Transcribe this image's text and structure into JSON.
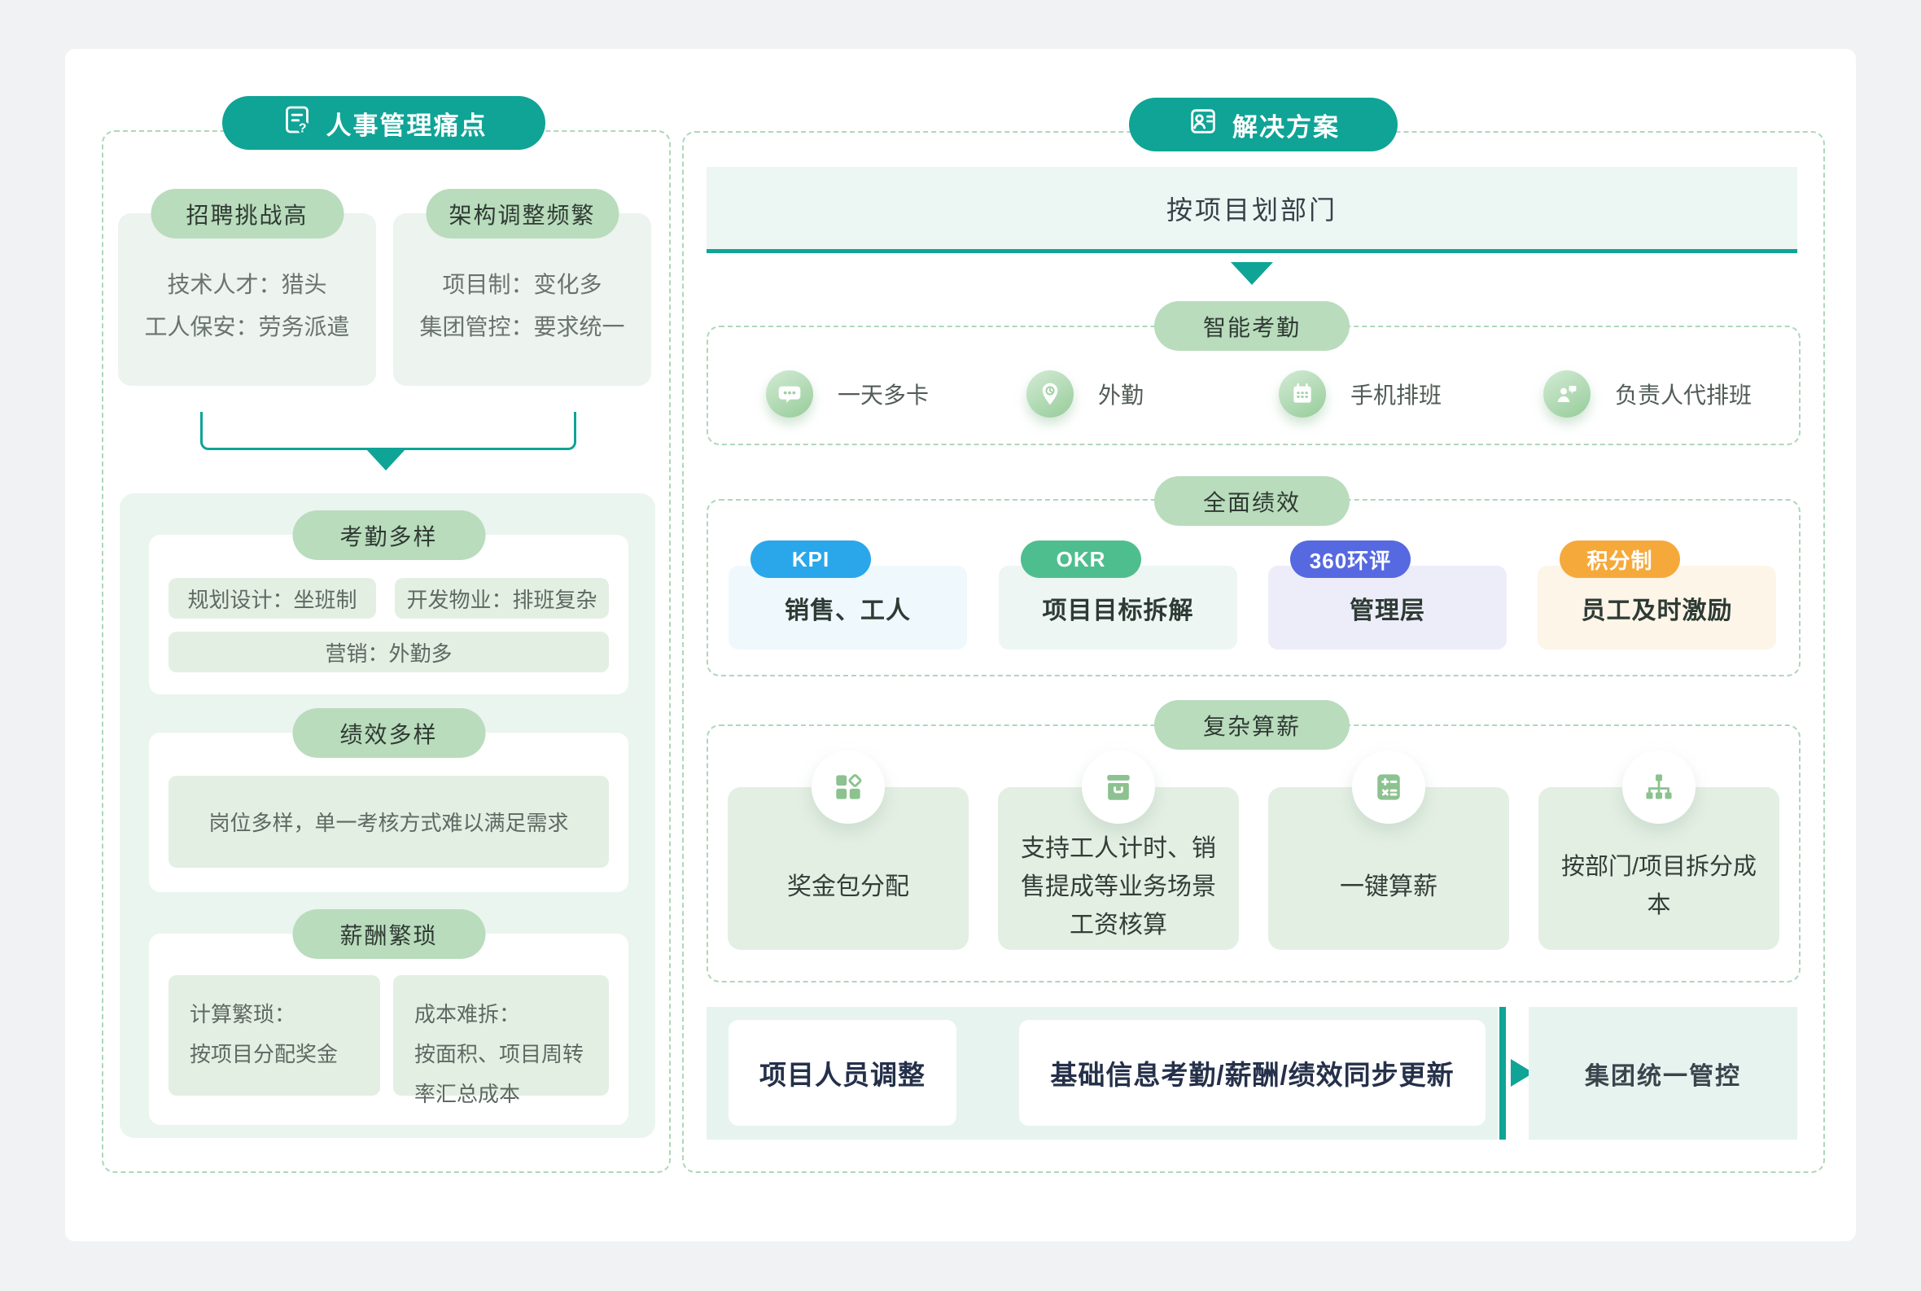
{
  "colors": {
    "teal_accent": "#0FA496",
    "dash_border_green": "#AED7BA",
    "pill_green": "#B9DCBC",
    "kpi_blue": "#29A7EA",
    "okr_green": "#4FBE8F",
    "review360_purple": "#5669E1",
    "points_orange": "#F6A93B",
    "gray_text": "#6A736E",
    "dark_text": "#2E3B35",
    "bottom_dark_text": "#25304A"
  },
  "left": {
    "title": "人事管理痛点",
    "title_icon": "document-question-icon",
    "pain_cards": [
      {
        "title": "招聘挑战高",
        "lines": [
          "技术人才：猎头",
          "工人保安：劳务派遣"
        ]
      },
      {
        "title": "架构调整频繁",
        "lines": [
          "项目制：变化多",
          "集团管控：要求统一"
        ]
      }
    ],
    "sections": [
      {
        "title": "考勤多样",
        "chips": [
          "规划设计：坐班制",
          "开发物业：排班复杂",
          "营销：外勤多"
        ]
      },
      {
        "title": "绩效多样",
        "chips": [
          "岗位多样，单一考核方式难以满足需求"
        ]
      },
      {
        "title": "薪酬繁琐",
        "chips2": [
          {
            "head": "计算繁琐：",
            "body": "按项目分配奖金"
          },
          {
            "head": "成本难拆：",
            "body": "按面积、项目周转率汇总成本"
          }
        ]
      }
    ]
  },
  "right": {
    "title": "解决方案",
    "title_icon": "person-card-icon",
    "top_bar": "按项目划部门",
    "attendance": {
      "title": "智能考勤",
      "items": [
        {
          "icon": "chat-dots-icon",
          "label": "一天多卡"
        },
        {
          "icon": "location-pin-clock-icon",
          "label": "外勤"
        },
        {
          "icon": "calendar-icon",
          "label": "手机排班"
        },
        {
          "icon": "person-delegate-icon",
          "label": "负责人代排班"
        }
      ]
    },
    "performance": {
      "title": "全面绩效",
      "cards": [
        {
          "tag": "KPI",
          "tag_color": "#29A7EA",
          "bg": "#EFF9FD",
          "text": "销售、工人"
        },
        {
          "tag": "OKR",
          "tag_color": "#4FBE8F",
          "bg": "#EDF6F3",
          "text": "项目目标拆解"
        },
        {
          "tag": "360环评",
          "tag_color": "#5669E1",
          "bg": "#EDEDFA",
          "text": "管理层"
        },
        {
          "tag": "积分制",
          "tag_color": "#F6A93B",
          "bg": "#FDF5E8",
          "text": "员工及时激励"
        }
      ]
    },
    "payroll": {
      "title": "复杂算薪",
      "cards": [
        {
          "icon": "bonus-grid-icon",
          "text": "奖金包分配"
        },
        {
          "icon": "archive-box-icon",
          "text": "支持工人计时、销售提成等业务场景工资核算"
        },
        {
          "icon": "calculator-icon",
          "text": "一键算薪"
        },
        {
          "icon": "org-chart-icon",
          "text": "按部门/项目拆分成本"
        }
      ]
    },
    "bottom": {
      "cards": [
        "项目人员调整",
        "基础信息考勤/薪酬/绩效同步更新"
      ],
      "result": "集团统一管控"
    }
  }
}
